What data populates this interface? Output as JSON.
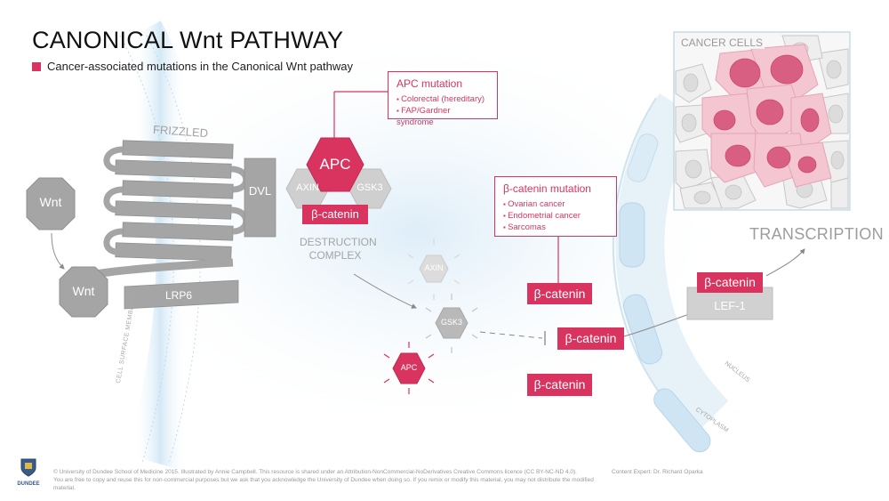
{
  "title": "CANONICAL Wnt PATHWAY",
  "legend_text": "Cancer-associated mutations in the Canonical Wnt pathway",
  "labels": {
    "frizzled": "FRIZZLED",
    "wnt_free": "Wnt",
    "wnt_bound": "Wnt",
    "lrp6": "LRP6",
    "dvl": "DVL",
    "axin": "AXIN",
    "apc": "APC",
    "gsk3": "GSK3",
    "bcat_complex": "β-catenin",
    "destruction_line1": "DESTRUCTION",
    "destruction_line2": "COMPLEX",
    "membrane": "CELL SURFACE MEMBRANE",
    "axin_free": "AXIN",
    "gsk3_free": "GSK3",
    "apc_free": "APC",
    "bcat_1": "β-catenin",
    "bcat_2": "β-catenin",
    "bcat_3": "β-catenin",
    "bcat_nuclear": "β-catenin",
    "lef1": "LEF-1",
    "transcription": "TRANSCRIPTION",
    "nucleus": "NUCLEUS",
    "cytoplasm": "CYTOPLASM",
    "cancer_cells": "CANCER CELLS"
  },
  "apc_mutation": {
    "heading": "APC mutation",
    "items": [
      "Colorectal (hereditary)",
      "FAP/Gardner syndrome"
    ]
  },
  "bcat_mutation": {
    "heading": "β-catenin mutation",
    "items": [
      "Ovarian cancer",
      "Endometrial cancer",
      "Sarcomas"
    ]
  },
  "footer": {
    "line1": "© University of Dundee School of Medicine 2015. Illustrated by Annie Campbell. This resource is shared under an Attribution-NonCommercial-NoDerivatives Creative Commons licence (CC BY-NC-ND 4.0).",
    "line2": "You are free to copy and reuse this for non-commercial purposes but we ask that you acknowledge the University of Dundee when doing so. If you remix or modify this material, you may not distribute the modified material.",
    "expert": "Content Expert: Dr. Richard Oparka",
    "logo_text": "DUNDEE"
  },
  "colors": {
    "accent": "#d8345f",
    "receptor_gray": "#a5a5a5",
    "membrane_blue": "#cfe6f4",
    "nucleus_blue": "#d7eaf5"
  }
}
